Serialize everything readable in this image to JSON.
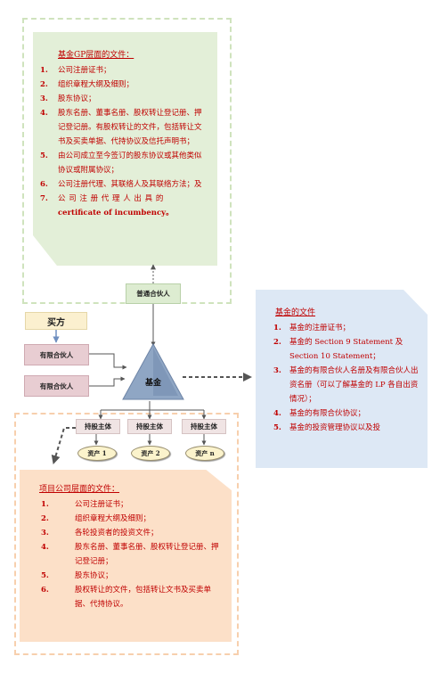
{
  "gp_docs": {
    "title": "基金GP层面的文件：",
    "items": [
      {
        "num": "1.",
        "text": "公司注册证书；"
      },
      {
        "num": "2.",
        "text": "组织章程大纲及细则；"
      },
      {
        "num": "3.",
        "text": "股东协议；"
      },
      {
        "num": "4.",
        "text": "股东名册、董事名册、股权转让登记册、押记登记册。有股权转让的文件，包括转让文书及买卖单据、代持协议及信托声明书；"
      },
      {
        "num": "5.",
        "text": "由公司成立至今签订的股东协议或其他类似协议或附属协议；"
      },
      {
        "num": "6.",
        "text": "公司注册代理、其联络人及其联络方法；及"
      },
      {
        "num": "7.",
        "text": "公 司 注 册 代 理 人 出 具 的"
      }
    ],
    "item7_bold": "certificate of incumbency。"
  },
  "fund_docs": {
    "title": "基金的文件",
    "items": [
      {
        "num": "1.",
        "text": "基金的注册证书；"
      },
      {
        "num": "2.",
        "text": "基金的 Section 9 Statement 及Section 10 Statement；"
      },
      {
        "num": "3.",
        "text": "基金的有限合伙人名册及有限合伙人出资名册（可以了解基金的 LP 各自出资情况）；"
      },
      {
        "num": "4.",
        "text": "基金的有限合伙协议；"
      },
      {
        "num": "5.",
        "text": "基金的投资管理协议以及投"
      }
    ]
  },
  "project_docs": {
    "title": "项目公司层面的文件：",
    "items": [
      {
        "num": "1.",
        "text": "公司注册证书；"
      },
      {
        "num": "2.",
        "text": "组织章程大纲及细则；"
      },
      {
        "num": "3.",
        "text": "各轮投资者的投资文件；"
      },
      {
        "num": "4.",
        "text": "股东名册、董事名册、股权转让登记册、押记登记册；"
      },
      {
        "num": "5.",
        "text": "股东协议；"
      },
      {
        "num": "6.",
        "text": "股权转让的文件，包括转让文书及买卖单据、代持协议。"
      }
    ]
  },
  "nodes": {
    "gp": "普通合伙人",
    "buyer": "买方",
    "lp1": "有限合伙人",
    "lp2": "有限合伙人",
    "fund": "基金",
    "holding1": "持股主体",
    "holding2": "持股主体",
    "holding3": "持股主体",
    "asset1": "资产 1",
    "asset2": "资产 2",
    "asset3": "资产 n"
  },
  "colors": {
    "gp_note_bg": "#e3efd8",
    "gp_frame": "#cfe3bd",
    "fund_note_bg": "#dde8f5",
    "project_note_bg": "#fce0c8",
    "project_frame": "#f7cfad",
    "red_text": "#c00000",
    "lp_box": "#e8cdd2",
    "holding_box": "#f0e4e4",
    "buyer_box": "#fbf0cf",
    "gp_box": "#ddecd1",
    "fund_triangle": "#8fa6c4"
  }
}
